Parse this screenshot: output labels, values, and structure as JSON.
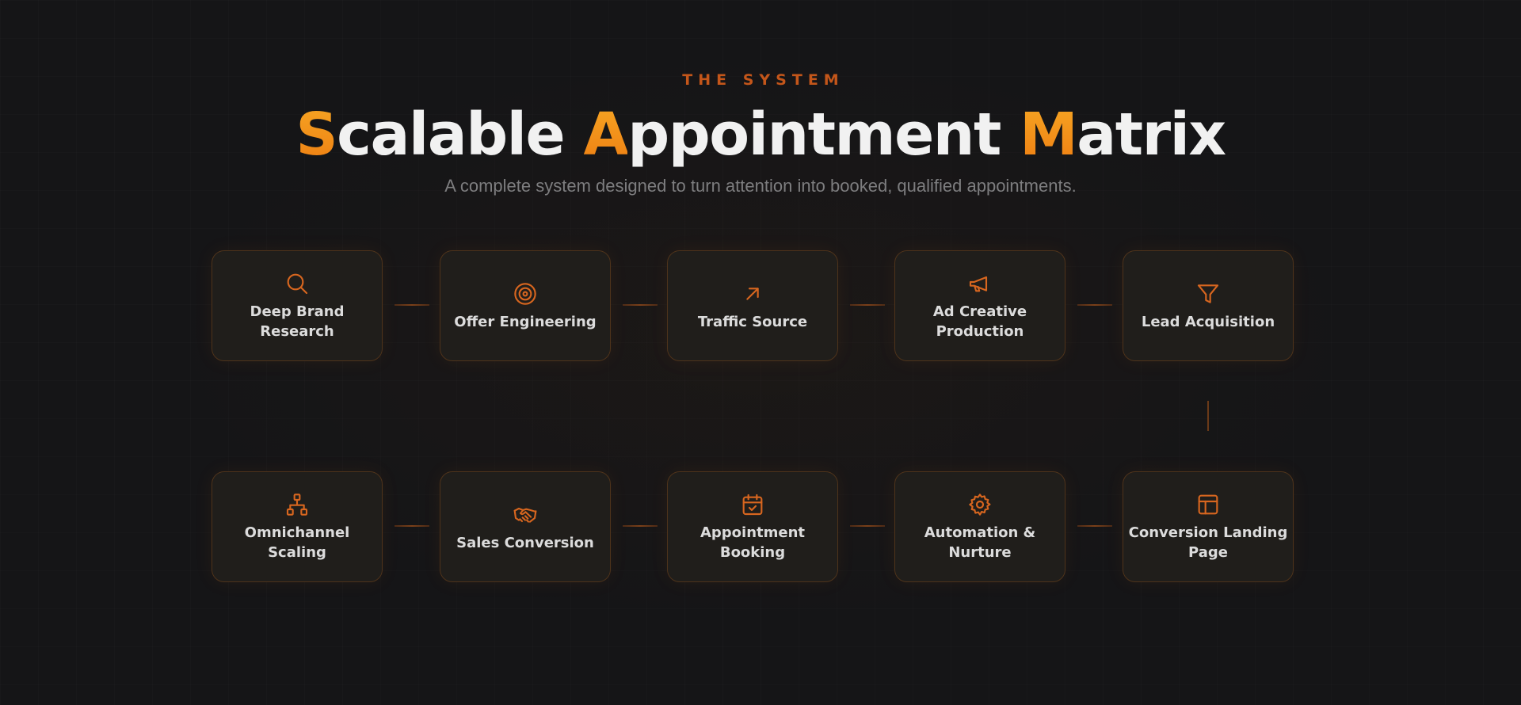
{
  "header": {
    "eyebrow": "THE SYSTEM",
    "title_words": [
      {
        "first": "S",
        "rest": "calable"
      },
      {
        "first": "A",
        "rest": "ppointment"
      },
      {
        "first": "M",
        "rest": "atrix"
      }
    ],
    "subtitle": "A complete system designed to turn attention into booked, qualified appointments."
  },
  "colors": {
    "background": "#151517",
    "accent": "#d7661f",
    "title_accent_gradient": [
      "#f6a623",
      "#ee7d12"
    ],
    "card_border": "#4e331b",
    "card_background": "#201e1b"
  },
  "steps": [
    {
      "label": "Deep Brand Research",
      "icon": "search-icon"
    },
    {
      "label": "Offer Engineering",
      "icon": "target-icon"
    },
    {
      "label": "Traffic Source",
      "icon": "arrow-up-right-icon"
    },
    {
      "label": "Ad Creative Production",
      "icon": "megaphone-icon"
    },
    {
      "label": "Lead Acquisition",
      "icon": "funnel-icon"
    },
    {
      "label": "Conversion Landing Page",
      "icon": "layout-icon"
    },
    {
      "label": "Automation & Nurture",
      "icon": "gear-icon"
    },
    {
      "label": "Appointment Booking",
      "icon": "calendar-check-icon"
    },
    {
      "label": "Sales Conversion",
      "icon": "handshake-icon"
    },
    {
      "label": "Omnichannel Scaling",
      "icon": "network-icon"
    }
  ]
}
